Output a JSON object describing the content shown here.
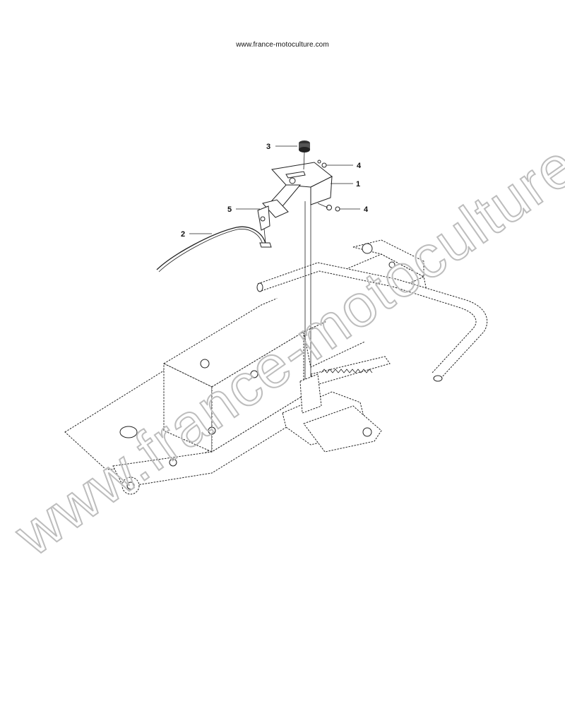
{
  "header": {
    "url_text": "www.france-motoculture.com"
  },
  "watermark": {
    "text": "www.france-motoculture.com"
  },
  "callouts": [
    {
      "id": "3",
      "label": "3"
    },
    {
      "id": "4a",
      "label": "4"
    },
    {
      "id": "1",
      "label": "1"
    },
    {
      "id": "4b",
      "label": "4"
    },
    {
      "id": "5",
      "label": "5"
    },
    {
      "id": "2",
      "label": "2"
    }
  ],
  "parts": [
    {
      "number": "1",
      "description_icon": "mounting-bracket-icon"
    },
    {
      "number": "2",
      "description_icon": "cable-icon"
    },
    {
      "number": "3",
      "description_icon": "knob-icon"
    },
    {
      "number": "4",
      "description_icon": "screw-nut-icon"
    },
    {
      "number": "5",
      "description_icon": "lever-clamp-icon"
    }
  ]
}
